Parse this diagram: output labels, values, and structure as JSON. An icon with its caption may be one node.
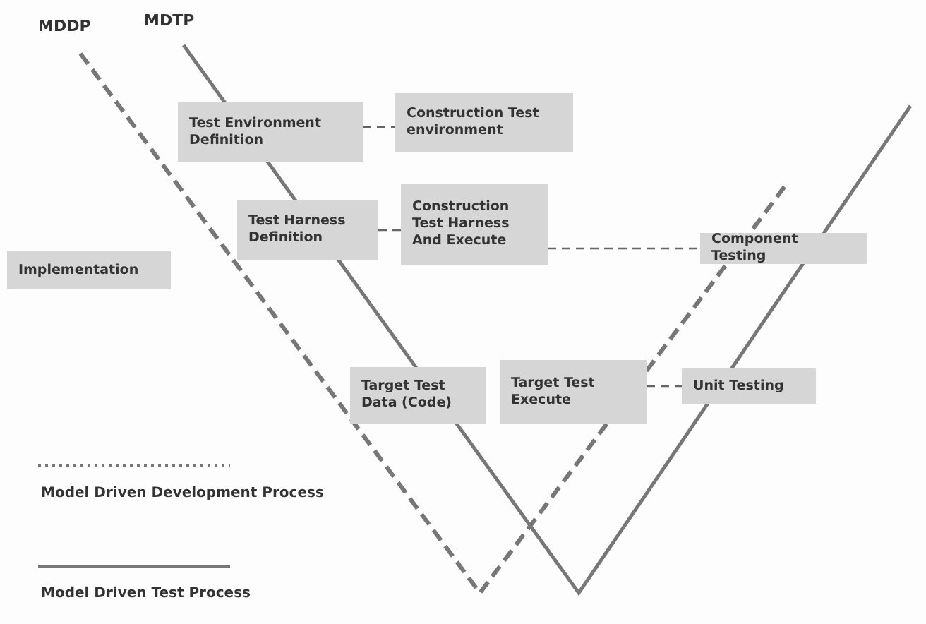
{
  "diagram": {
    "nodes": [
      {
        "text": [
          "Test Environment Definition"
        ]
      },
      {
        "text": [
          "Construction Test environment"
        ]
      },
      {
        "text": [
          "Test Harness Definition"
        ]
      },
      {
        "text": [
          "Construction Test Harness And Execute"
        ]
      },
      {
        "text": [
          "Component Testing"
        ]
      },
      {
        "text": [
          "Implementation"
        ]
      },
      {
        "text": [
          "Target Test Data (Code)"
        ]
      },
      {
        "text": [
          "Target Test Execute"
        ]
      },
      {
        "text": [
          "Unit Testing"
        ]
      }
    ],
    "edges": [
      {
        "from": 0,
        "to": 1,
        "arrow": "none",
        "style": "dashed"
      },
      {
        "from": 2,
        "to": 3,
        "arrow": "none",
        "style": "dashed"
      },
      {
        "from": 3,
        "to": 4,
        "arrow": "none",
        "style": "dashed"
      },
      {
        "from": 7,
        "to": 8,
        "arrow": "none",
        "style": "dashed"
      }
    ],
    "labels": [
      "MDDP",
      "MDTP"
    ],
    "legend": [
      {
        "text": "Model Driven Development Process"
      },
      {
        "text": "Model Driven Test Process"
      }
    ]
  }
}
